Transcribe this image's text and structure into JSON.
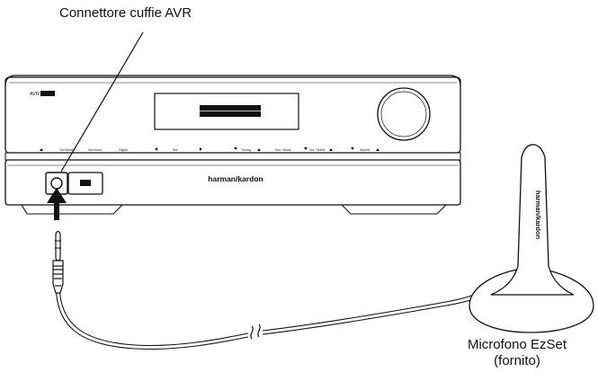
{
  "labels": {
    "headphone_connector": "Connettore cuffie AVR",
    "microphone_line1": "Microfono EzSet",
    "microphone_line2": "(fornito)"
  },
  "receiver": {
    "model_badge": "AVR",
    "brand": "harman/kardon",
    "front_panel_labels": [
      "Ton Mode",
      "Surround",
      "Digital",
      "Set",
      "Tuning",
      "Surr. Mode",
      "Sur. Select",
      "Source"
    ]
  },
  "microphone": {
    "brand": "harman/kardon"
  }
}
